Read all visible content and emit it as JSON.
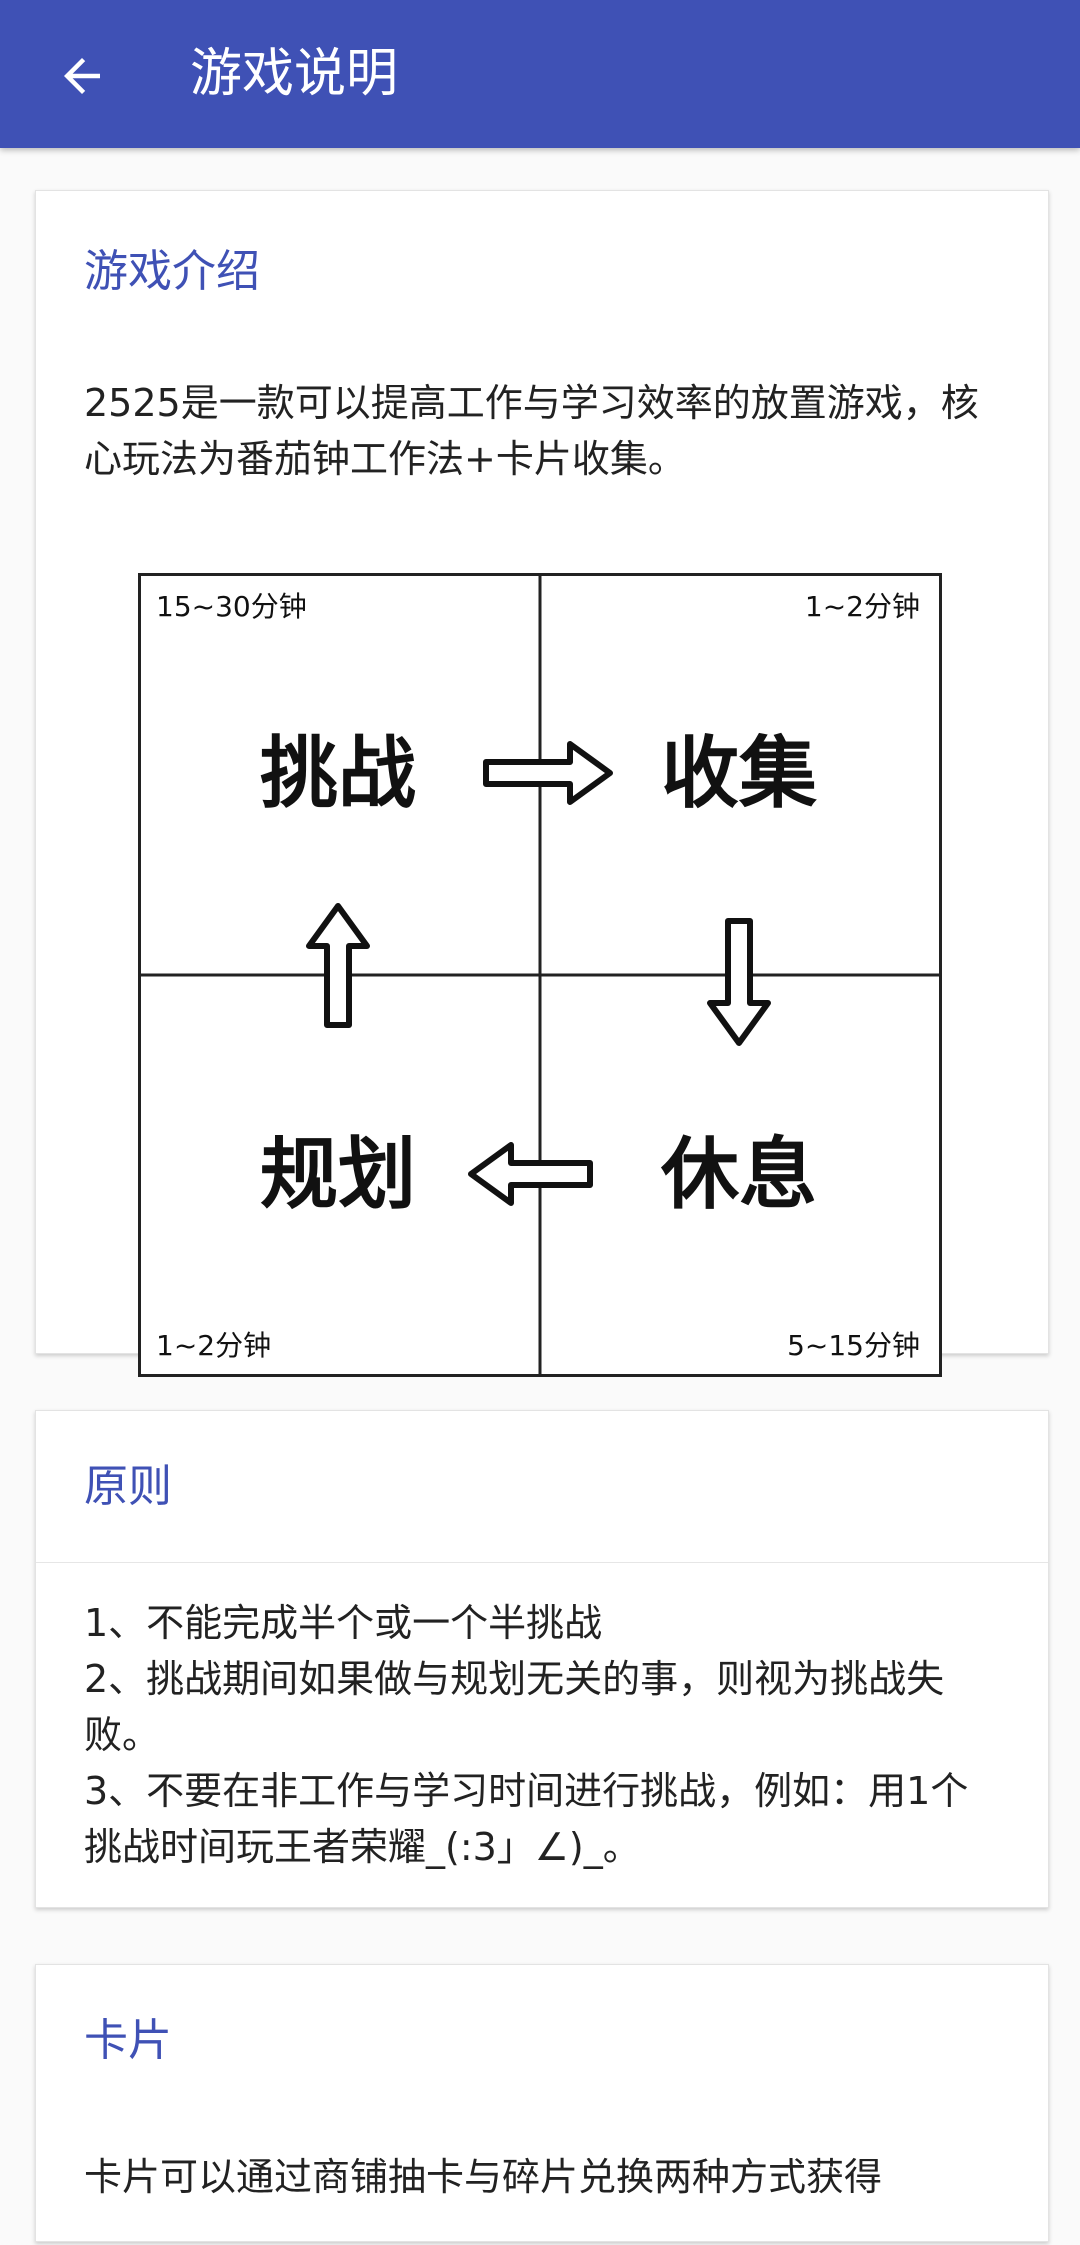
{
  "appbar": {
    "title": "游戏说明",
    "back_icon": "arrow-back-icon"
  },
  "intro": {
    "title": "游戏介绍",
    "text": "2525是一款可以提高工作与学习效率的放置游戏，核心玩法为番茄钟工作法+卡片收集。",
    "diagram": {
      "steps": [
        {
          "label": "挑战",
          "duration": "15~30分钟"
        },
        {
          "label": "收集",
          "duration": "1~2分钟"
        },
        {
          "label": "规划",
          "duration": "1~2分钟"
        },
        {
          "label": "休息",
          "duration": "5~15分钟"
        }
      ]
    }
  },
  "principles": {
    "title": "原则",
    "items": [
      "1、不能完成半个或一个半挑战",
      "2、挑战期间如果做与规划无关的事，则视为挑战失败。",
      "3、不要在非工作与学习时间进行挑战，例如：用1个挑战时间玩王者荣耀_(:3」∠)_。"
    ]
  },
  "cards": {
    "title": "卡片",
    "text": "卡片可以通过商铺抽卡与碎片兑换两种方式获得"
  },
  "colors": {
    "appbar": "#3f51b5",
    "accent_text": "#3f51b5",
    "body_text": "#222222"
  }
}
